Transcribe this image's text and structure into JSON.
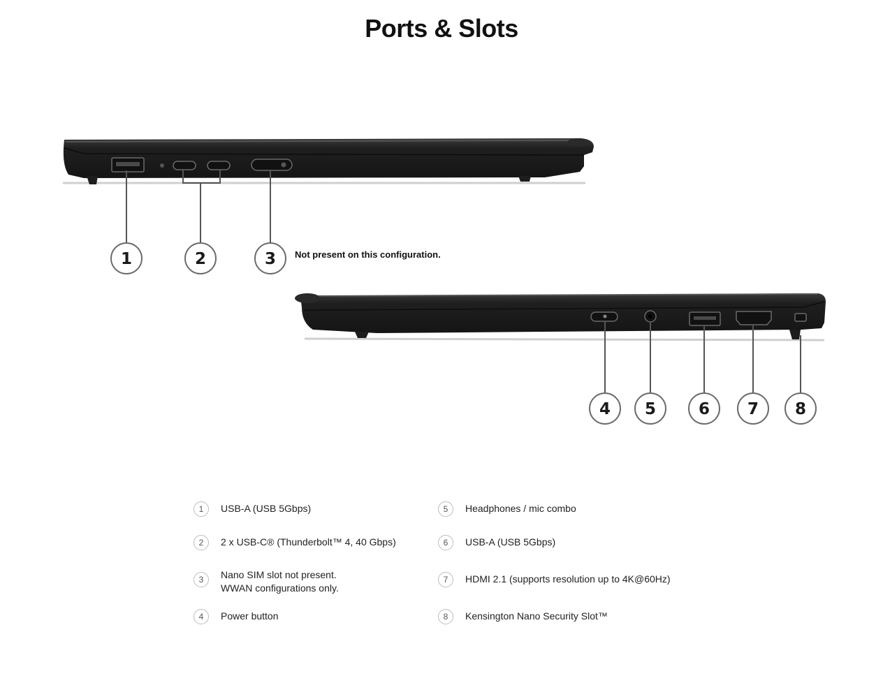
{
  "title": "Ports & Slots",
  "note": "Not present on this configuration.",
  "callouts": [
    "1",
    "2",
    "3",
    "4",
    "5",
    "6",
    "7",
    "8"
  ],
  "legend": [
    {
      "num": "1",
      "lines": [
        "USB-A (USB 5Gbps)"
      ]
    },
    {
      "num": "2",
      "lines": [
        "2 x USB-C® (Thunderbolt™ 4, 40 Gbps)"
      ]
    },
    {
      "num": "3",
      "lines": [
        "Nano SIM slot not present.",
        "WWAN configurations only."
      ]
    },
    {
      "num": "4",
      "lines": [
        "Power button"
      ]
    },
    {
      "num": "5",
      "lines": [
        "Headphones / mic combo"
      ]
    },
    {
      "num": "6",
      "lines": [
        "USB-A (USB 5Gbps)"
      ]
    },
    {
      "num": "7",
      "lines": [
        "HDMI 2.1 (supports resolution up to 4K@60Hz)"
      ]
    },
    {
      "num": "8",
      "lines": [
        "Kensington Nano Security Slot™"
      ]
    }
  ],
  "colors": {
    "chassis": "#1e1e1e",
    "port": "#2f2f2f",
    "lines": "#555555"
  }
}
